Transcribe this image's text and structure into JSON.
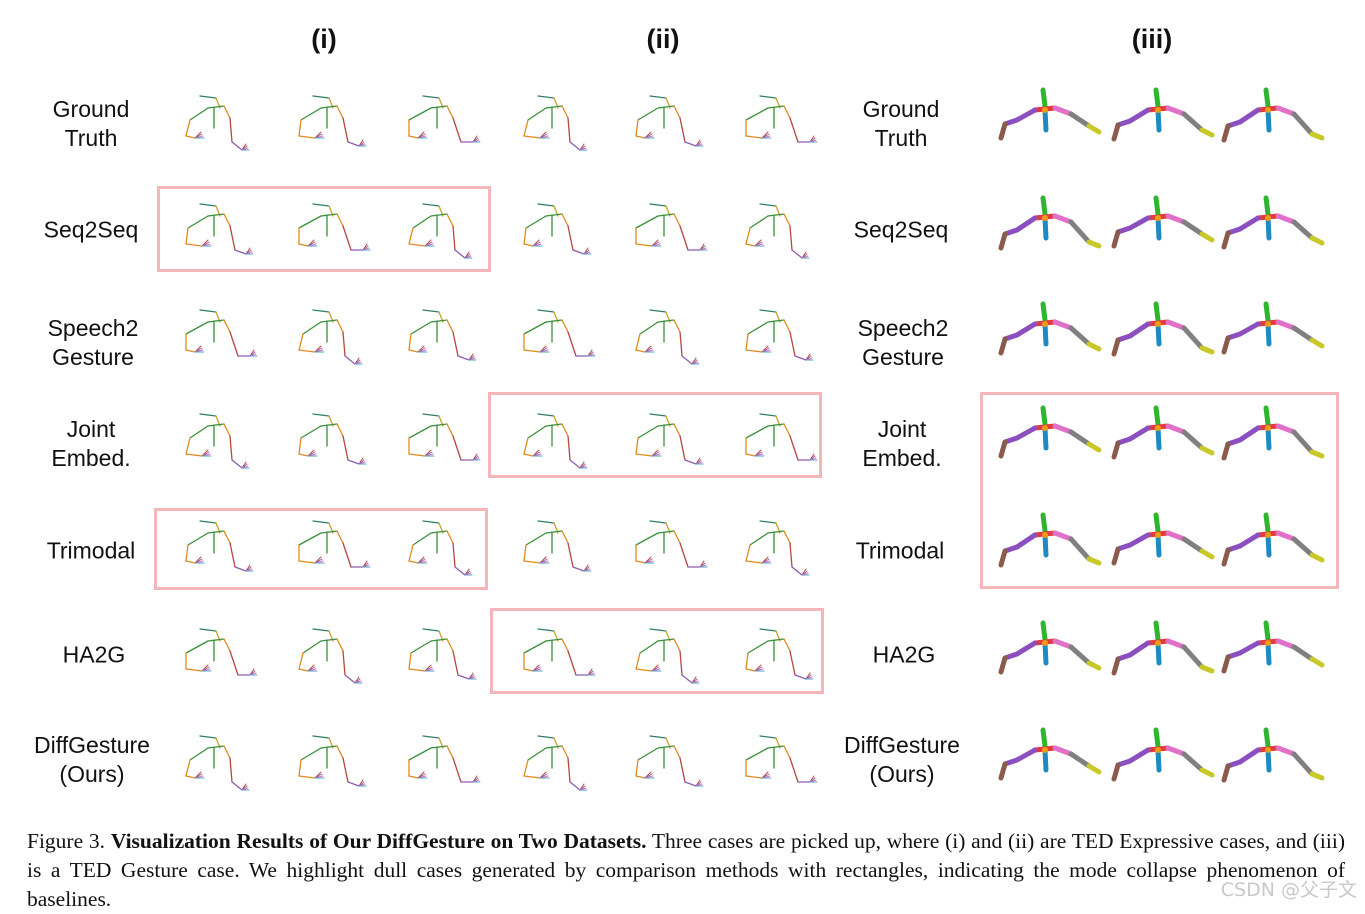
{
  "columns": [
    "(i)",
    "(ii)",
    "(iii)"
  ],
  "row_labels": [
    "Ground\nTruth",
    "Seq2Seq",
    "Speech2\nGesture",
    "Joint\nEmbed.",
    "Trimodal",
    "HA2G",
    "DiffGesture\n(Ours)"
  ],
  "caption": {
    "figure_label": "Figure 3.",
    "bold_title": "Visualization Results of Our DiffGesture on Two Datasets.",
    "body": "Three cases are picked up, where (i) and (ii) are TED Expressive cases, and (iii) is a TED Gesture case. We highlight dull cases generated by comparison methods with rectangles, indicating the mode collapse phenomenon of baselines."
  },
  "watermark": "CSDN @父子文",
  "highlight_color": "#f5b6b9",
  "skeleton_colors": {
    "expressive": [
      "#2e7d6e",
      "#3a8f3a",
      "#c9a227",
      "#e08a1e",
      "#b5473e",
      "#8e5cb0",
      "#d96fae",
      "#4aa3c8"
    ],
    "gesture": {
      "head": "#2db52d",
      "neck": "#e23b3b",
      "spine": "#1d8ac2",
      "left_arm": "#8b4fc0",
      "left_hand": "#8a5a4a",
      "right_arm": "#e070c8",
      "right_forearm": "#808080",
      "right_hand": "#c8c82a",
      "joint": "#f09a1a"
    }
  }
}
